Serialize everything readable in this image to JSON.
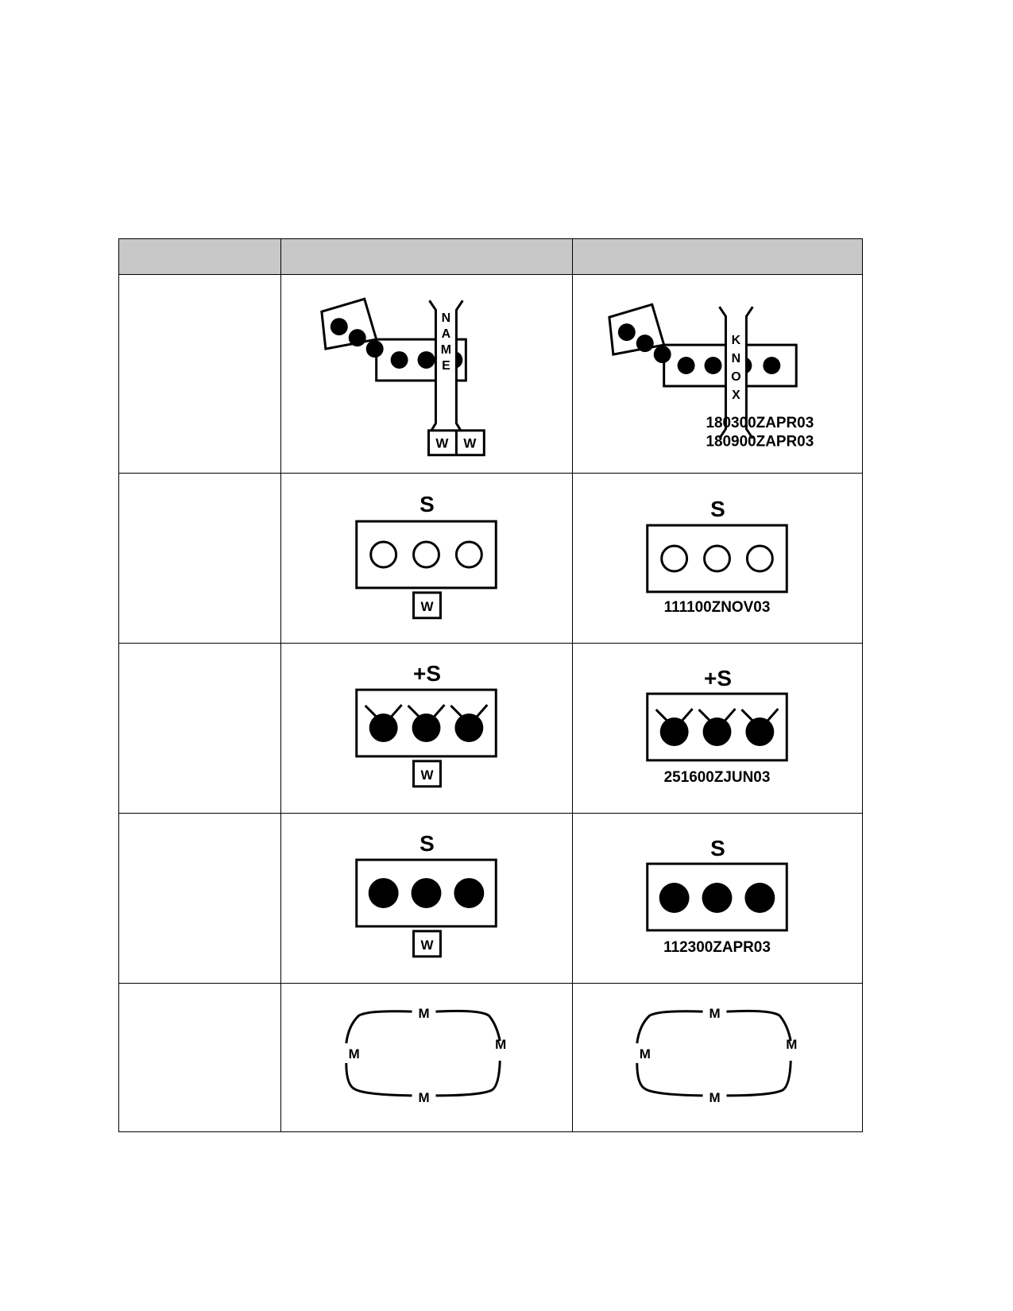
{
  "header": {
    "col1": "",
    "col2": "",
    "col3": ""
  },
  "rows": [
    {
      "label": "",
      "left": {
        "name_text": "NAME",
        "letters": [
          "N",
          "A",
          "M",
          "E"
        ],
        "w_boxes": [
          "W",
          "W"
        ]
      },
      "right": {
        "name_text": "KNOX",
        "letters": [
          "K",
          "N",
          "O",
          "X"
        ],
        "dtg": [
          "180300ZAPR03",
          "180900ZAPR03"
        ]
      }
    },
    {
      "label": "",
      "left": {
        "symbol": "S",
        "w_box": "W"
      },
      "right": {
        "symbol": "S",
        "dtg": "111100ZNOV03"
      }
    },
    {
      "label": "",
      "left": {
        "symbol": "+S",
        "w_box": "W"
      },
      "right": {
        "symbol": "+S",
        "dtg": "251600ZJUN03"
      }
    },
    {
      "label": "",
      "left": {
        "symbol": "S",
        "w_box": "W"
      },
      "right": {
        "symbol": "S",
        "dtg": "112300ZAPR03"
      }
    },
    {
      "label": "",
      "left": {
        "marker": "M"
      },
      "right": {
        "marker": "M"
      }
    }
  ]
}
